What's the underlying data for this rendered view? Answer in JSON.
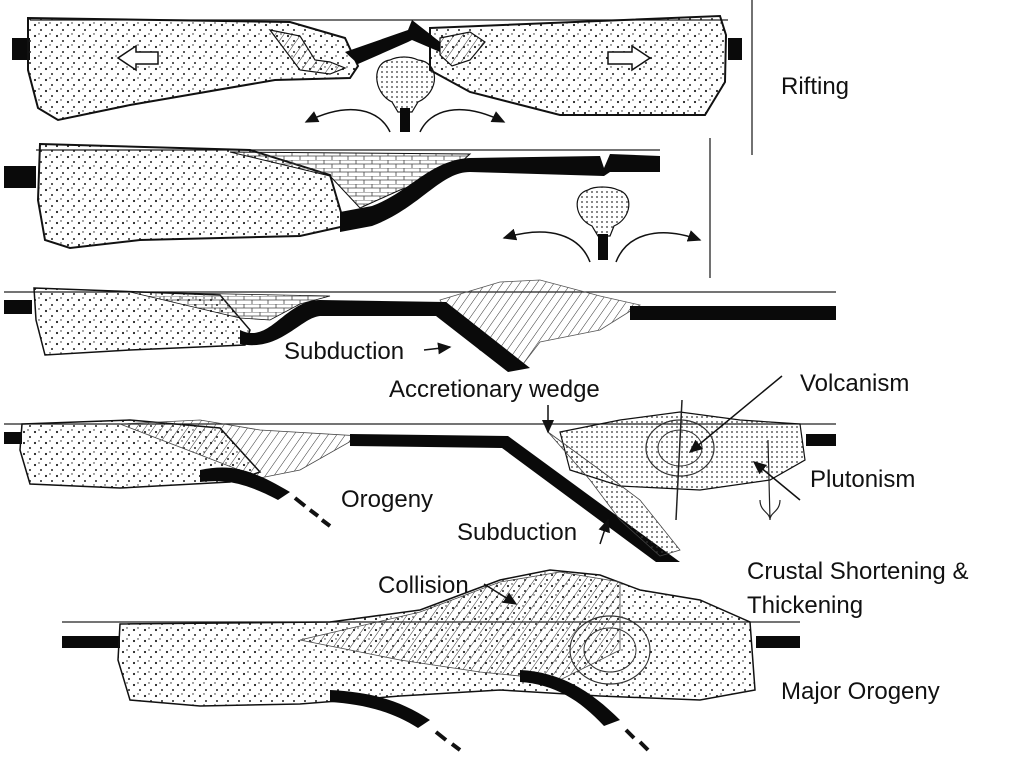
{
  "labels": {
    "rifting": "Rifting",
    "subduction_1": "Subduction",
    "accretionary_wedge": "Accretionary wedge",
    "volcanism": "Volcanism",
    "plutonism": "Plutonism",
    "orogeny": "Orogeny",
    "subduction_2": "Subduction",
    "collision": "Collision",
    "crustal_shortening": "Crustal Shortening &\nThickening",
    "major_orogeny": "Major Orogeny"
  },
  "colors": {
    "ink": "#111111",
    "crust_fill": "#fbfbfb",
    "oceanic_plate": "#0a0a0a"
  },
  "icons": [
    "left-arrow-icon",
    "right-arrow-icon",
    "mantle-upwelling-arrow-icon"
  ]
}
